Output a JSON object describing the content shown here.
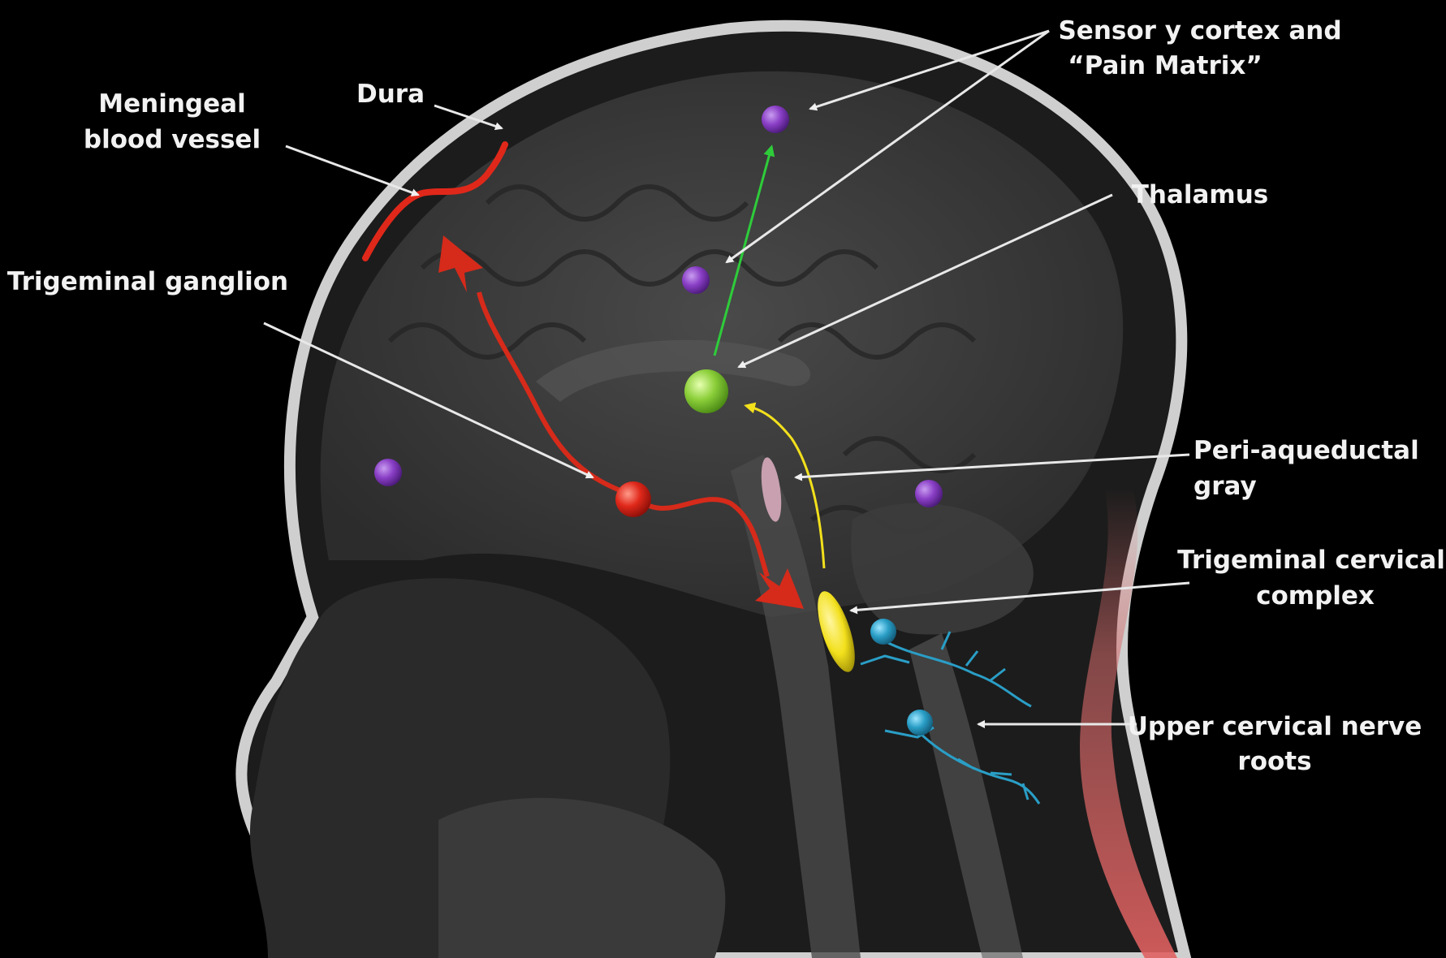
{
  "labels": {
    "meningeal_line1": "Meningeal",
    "meningeal_line2": "blood vessel",
    "dura": "Dura",
    "sensory_line1": "Sensor y cortex and",
    "sensory_line2": "“Pain Matrix”",
    "thalamus": "Thalamus",
    "trigeminal_ganglion": "Trigeminal ganglion",
    "pag_line1": "Peri-aqueductal",
    "pag_line2": "gray",
    "tcc_line1": "Trigeminal cervical",
    "tcc_line2": "complex",
    "ucnr_line1": "Upper cervical nerve",
    "ucnr_line2": "roots"
  },
  "colors": {
    "background": "#000000",
    "skull": "#d9d9d9",
    "brain": "#3a3a3a",
    "pain_pathway": "#d62a1a",
    "thalamus_node": "#8ccf3a",
    "ascending_arrow": "#2ecc3a",
    "brainstem_tract": "#f2e01c",
    "cortex_nodes": "#8a3fc6",
    "cervical_roots": "#2a9ec6",
    "pag": "#c8a0b0",
    "neck_band": "#d46a6a",
    "leader_lines": "#e8e8e8"
  },
  "icons": [
    "cortex-node-sphere",
    "thalamus-sphere",
    "trigeminal-ganglion-sphere",
    "cervical-root-sphere"
  ]
}
